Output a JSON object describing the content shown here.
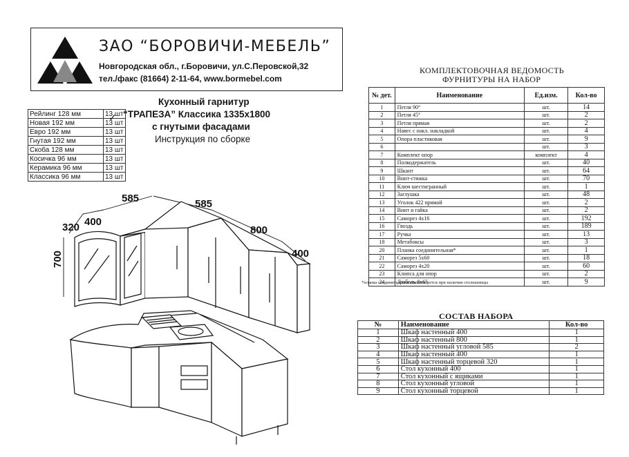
{
  "header": {
    "company_name": "ЗАО “БОРОВИЧИ-МЕБЕЛЬ”",
    "address": "Новгородская обл., г.Боровичи, ул.С.Перовской,32",
    "phone": "тел./факс (81664) 2-11-64,  www.bormebel.com"
  },
  "title": {
    "line1": "Кухонный гарнитур",
    "line2": "“ТРАПЕЗА” Классика  1335х1800",
    "line3": "с гнутыми фасадами",
    "line4": "Инструкция по сборке"
  },
  "handles": [
    {
      "name": "Рейлинг 128 мм",
      "qty": "13 шт"
    },
    {
      "name": "Новая 192 мм",
      "qty": "13 шт"
    },
    {
      "name": "Евро 192 мм",
      "qty": "13 шт"
    },
    {
      "name": "Гнутая 192 мм",
      "qty": "13 шт"
    },
    {
      "name": "Скоба 128 мм",
      "qty": "13 шт"
    },
    {
      "name": "Косичка 96 мм",
      "qty": "13 шт"
    },
    {
      "name": "Керамика 96 мм",
      "qty": "13 шт"
    },
    {
      "name": "Классика 96 мм",
      "qty": "13 шт"
    }
  ],
  "drawing_dims": {
    "d320": "320",
    "d400a": "400",
    "d585a": "585",
    "d585b": "585",
    "d800": "800",
    "d400b": "400",
    "d700": "700"
  },
  "fittings": {
    "title1": "КОМПЛЕКТОВОЧНАЯ ВЕДОМОСТЬ",
    "title2": "ФУРНИТУРЫ НА НАБОР",
    "headers": {
      "num": "№ дет.",
      "name": "Наименование",
      "unit": "Ед.изм.",
      "qty": "Кол-во"
    },
    "rows": [
      {
        "num": "1",
        "name": "Петля 90°",
        "unit": "шт.",
        "qty": "14"
      },
      {
        "num": "2",
        "name": "Петля 45°",
        "unit": "шт.",
        "qty": "2"
      },
      {
        "num": "3",
        "name": "Петля прямая",
        "unit": "шт.",
        "qty": "2"
      },
      {
        "num": "4",
        "name": "Навес с накл. накладкой",
        "unit": "шт.",
        "qty": "4"
      },
      {
        "num": "5",
        "name": "Опора пластиковая",
        "unit": "шт.",
        "qty": "9"
      },
      {
        "num": "6",
        "name": "",
        "unit": "шт.",
        "qty": "3"
      },
      {
        "num": "7",
        "name": "Комплект опор",
        "unit": "комплект",
        "qty": "4"
      },
      {
        "num": "8",
        "name": "Полкодержатель",
        "unit": "шт.",
        "qty": "40"
      },
      {
        "num": "9",
        "name": "Шкант",
        "unit": "шт.",
        "qty": "64"
      },
      {
        "num": "10",
        "name": "Винт-стяжка",
        "unit": "шт.",
        "qty": "70"
      },
      {
        "num": "11",
        "name": "Ключ шестигранный",
        "unit": "шт.",
        "qty": "1"
      },
      {
        "num": "12",
        "name": "Заглушка",
        "unit": "шт.",
        "qty": "48"
      },
      {
        "num": "13",
        "name": "Уголок 422 прямой",
        "unit": "шт.",
        "qty": "2"
      },
      {
        "num": "14",
        "name": "Винт и гайка",
        "unit": "шт.",
        "qty": "2"
      },
      {
        "num": "15",
        "name": "Саморез 4х16",
        "unit": "шт.",
        "qty": "192"
      },
      {
        "num": "16",
        "name": "Гвоздь",
        "unit": "шт.",
        "qty": "189"
      },
      {
        "num": "17",
        "name": "Ручка",
        "unit": "шт.",
        "qty": "13"
      },
      {
        "num": "18",
        "name": "Метабоксы",
        "unit": "шт.",
        "qty": "3"
      },
      {
        "num": "20",
        "name": "Планка соединительная*",
        "unit": "шт.",
        "qty": "1"
      },
      {
        "num": "21",
        "name": "Саморез 5х60",
        "unit": "шт.",
        "qty": "18"
      },
      {
        "num": "22",
        "name": "Саморез 4х20",
        "unit": "шт.",
        "qty": "60"
      },
      {
        "num": "23",
        "name": "Клипса для опор",
        "unit": "шт.",
        "qty": "2"
      },
      {
        "num": "24",
        "name": "Дюбель 8х65",
        "unit": "шт.",
        "qty": "9"
      }
    ],
    "footnote": "*планка соединительная комплектуется при наличии столешницы"
  },
  "set": {
    "title": "СОСТАВ  НАБОРА",
    "headers": {
      "num": "№",
      "name": "Наименование",
      "qty": "Кол-во"
    },
    "rows": [
      {
        "num": "1",
        "name": "Шкаф настенный 400",
        "qty": "1"
      },
      {
        "num": "2",
        "name": "Шкаф настенный 800",
        "qty": "1"
      },
      {
        "num": "3",
        "name": "Шкаф настенный угловой 585",
        "qty": "2"
      },
      {
        "num": "4",
        "name": "Шкаф настенный 400",
        "qty": "1"
      },
      {
        "num": "5",
        "name": "Шкаф настенный торцевой 320",
        "qty": "1"
      },
      {
        "num": "6",
        "name": "Стол кухонный 400",
        "qty": "1"
      },
      {
        "num": "7",
        "name": "Стол кухонный с ящиками",
        "qty": "1"
      },
      {
        "num": "8",
        "name": "Стол кухонный угловой",
        "qty": "1"
      },
      {
        "num": "9",
        "name": "Стол кухонный торцевой",
        "qty": "1"
      }
    ]
  }
}
